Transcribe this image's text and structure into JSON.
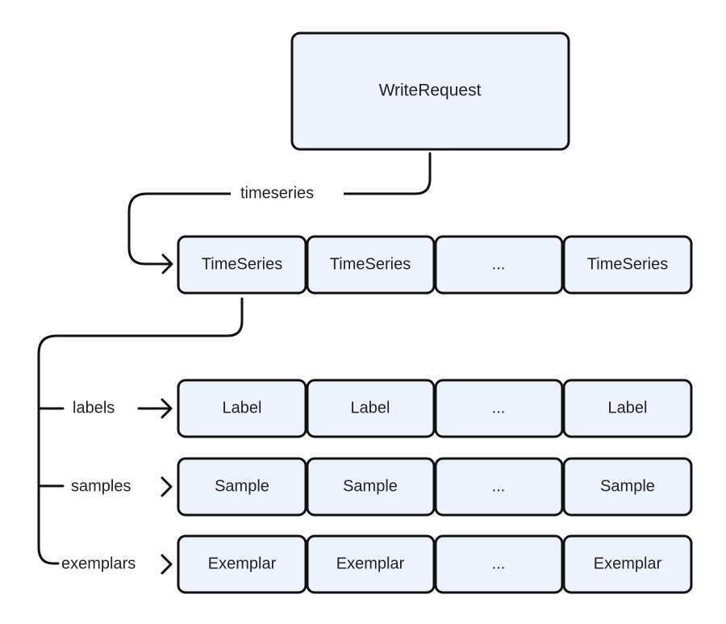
{
  "colors": {
    "box_fill": "#eef2fc",
    "stroke": "#111111",
    "text": "#222222"
  },
  "root": {
    "label": "WriteRequest"
  },
  "timeseries_edge": {
    "label": "timeseries"
  },
  "timeseries_row": {
    "cells": [
      "TimeSeries",
      "TimeSeries",
      "...",
      "TimeSeries"
    ]
  },
  "fields": [
    {
      "edge_label": "labels",
      "cells": [
        "Label",
        "Label",
        "...",
        "Label"
      ]
    },
    {
      "edge_label": "samples",
      "cells": [
        "Sample",
        "Sample",
        "...",
        "Sample"
      ]
    },
    {
      "edge_label": "exemplars",
      "cells": [
        "Exemplar",
        "Exemplar",
        "...",
        "Exemplar"
      ]
    }
  ]
}
